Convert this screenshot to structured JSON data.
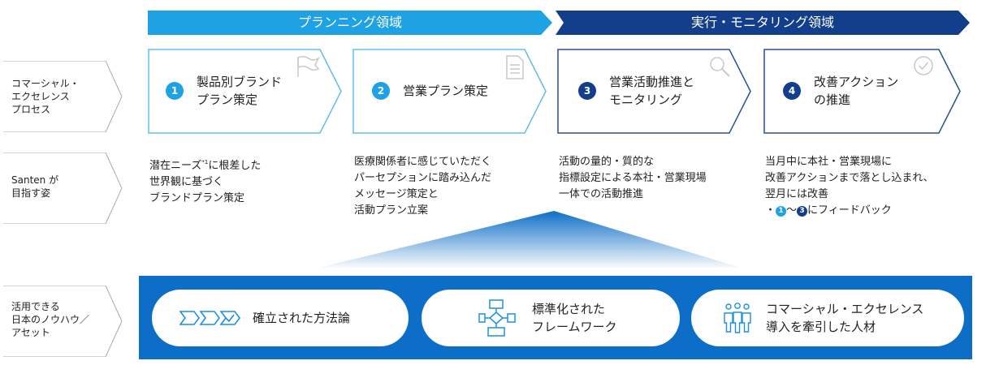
{
  "banners": {
    "planning": "プランニング領域",
    "execution": "実行・モニタリング領域"
  },
  "row_labels": {
    "process": "コマーシャル・\nエクセレンス\nプロセス",
    "goal": "Santen が\n目指す姿",
    "assets": "活用できる\n日本のノウハウ／\nアセット"
  },
  "steps": [
    {
      "num": "1",
      "label": "製品別ブランド\nプラン策定",
      "icon": "flag-icon"
    },
    {
      "num": "2",
      "label": "営業プラン策定",
      "icon": "document-icon"
    },
    {
      "num": "3",
      "label": "営業活動推進と\nモニタリング",
      "icon": "magnifier-icon"
    },
    {
      "num": "4",
      "label": "改善アクション\nの推進",
      "icon": "check-circle-icon"
    }
  ],
  "descriptions": {
    "d1_pre": "潜在ニーズ",
    "d1_sup": "*1",
    "d1_post": "に根差した\n世界観に基づく\nブランドプラン策定",
    "d2": "医療関係者に感じていただく\nパーセプションに踏み込んだ\nメッセージ策定と\n活動プラン立案",
    "d3": "活動の量的・質的な\n指標設定による本社・営業現場\n一体での活動推進",
    "d4_main": "当月中に本社・営業現場に\n改善アクションまで落とし込まれ、\n翌月には改善",
    "d4_prefix": "・",
    "d4_n1": "1",
    "d4_tilde": "〜",
    "d4_n3": "3",
    "d4_suffix": "にフィードバック"
  },
  "assets": [
    {
      "label": "確立された方法論",
      "icon": "process-chevrons-icon"
    },
    {
      "label": "標準化された\nフレームワーク",
      "icon": "flowchart-icon"
    },
    {
      "label": "コマーシャル・エクセレンス\n導入を牽引した人材",
      "icon": "people-icon"
    }
  ],
  "colors": {
    "light_blue": "#1ea2e3",
    "dark_blue": "#123e8c",
    "bar_blue": "#0d6ec7",
    "outline_light": "#61bdec",
    "outline_dark": "#2c4f96"
  }
}
